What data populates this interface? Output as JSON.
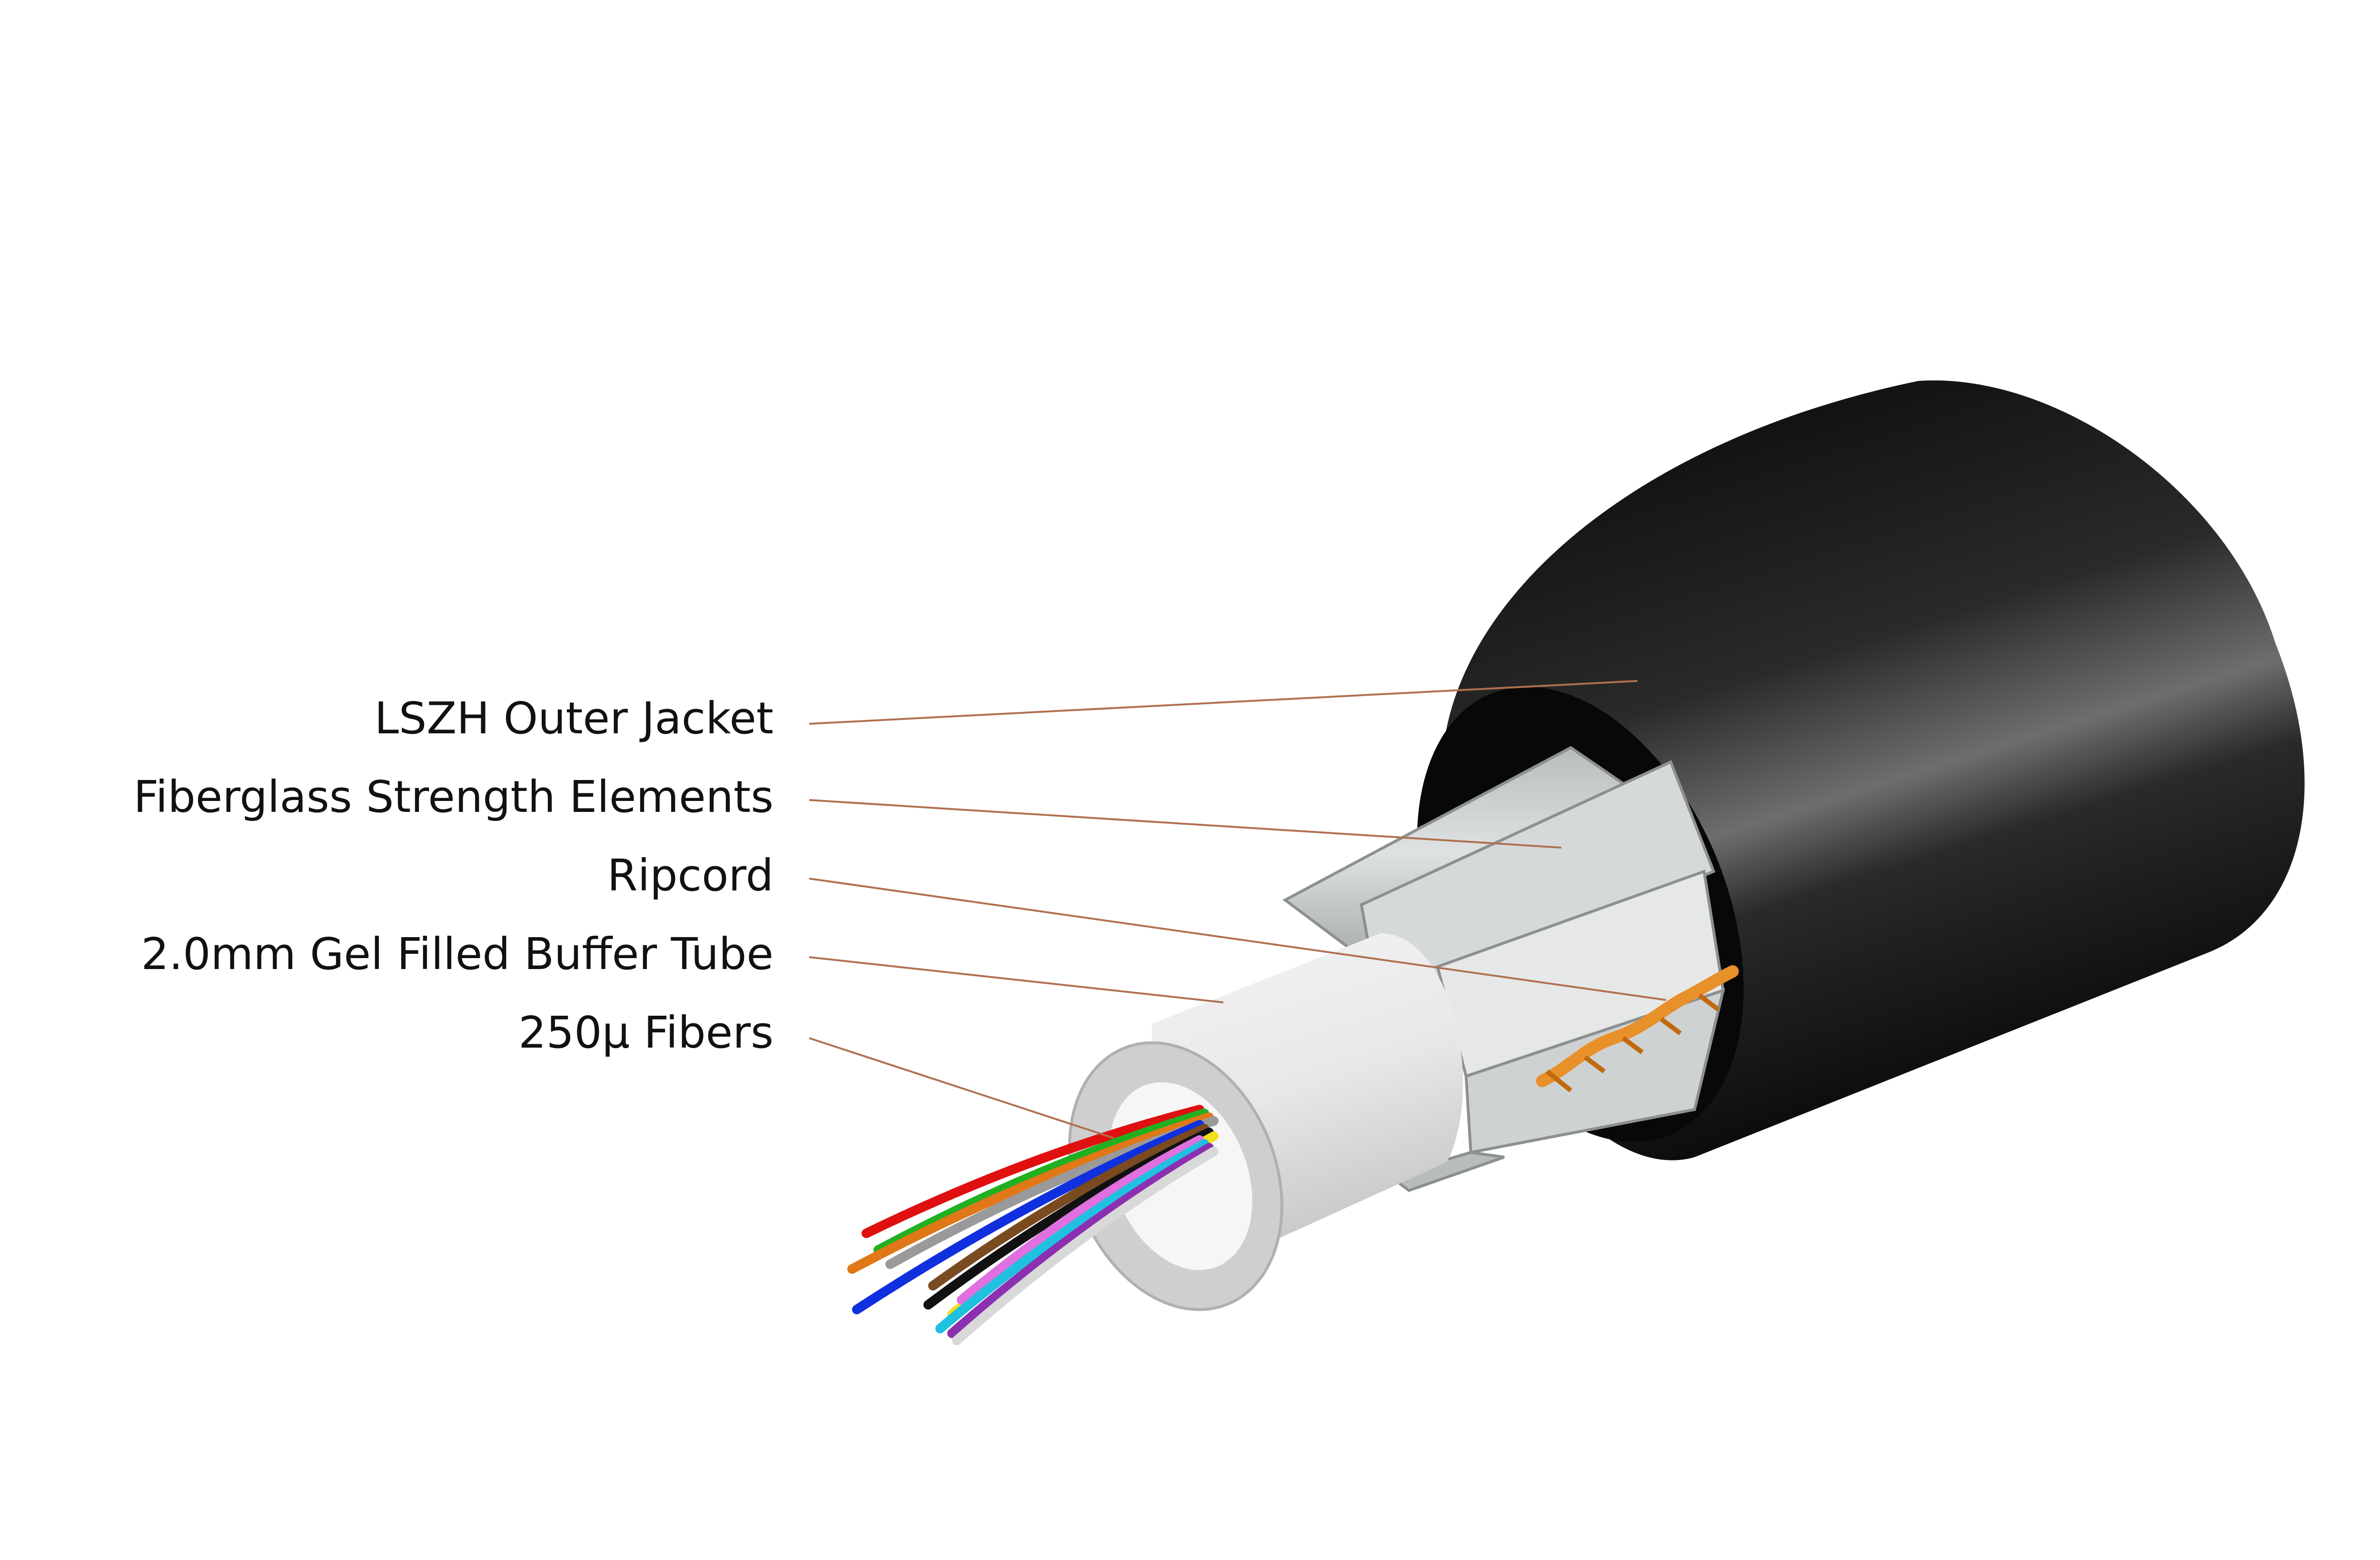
{
  "labels": {
    "outer_jacket": "LSZH Outer Jacket",
    "strength_elements": "Fiberglass Strength Elements",
    "ripcord": "Ripcord",
    "buffer_tube": "2.0mm Gel Filled Buffer Tube",
    "fibers": "250µ Fibers"
  },
  "colors": {
    "jacket": "#1a1a1a",
    "strength_elements": "#c9cccc",
    "buffer_tube": "#e6e6e6",
    "ripcord": "#e8902a",
    "leader_line": "#b07050",
    "fibers": [
      "#e01010",
      "#20b020",
      "#e07818",
      "#9a9a9a",
      "#1030e0",
      "#7a4a20",
      "#111111",
      "#f0e020",
      "#e070e0",
      "#20c0e0",
      "#8a30b0",
      "#ffffff"
    ]
  }
}
